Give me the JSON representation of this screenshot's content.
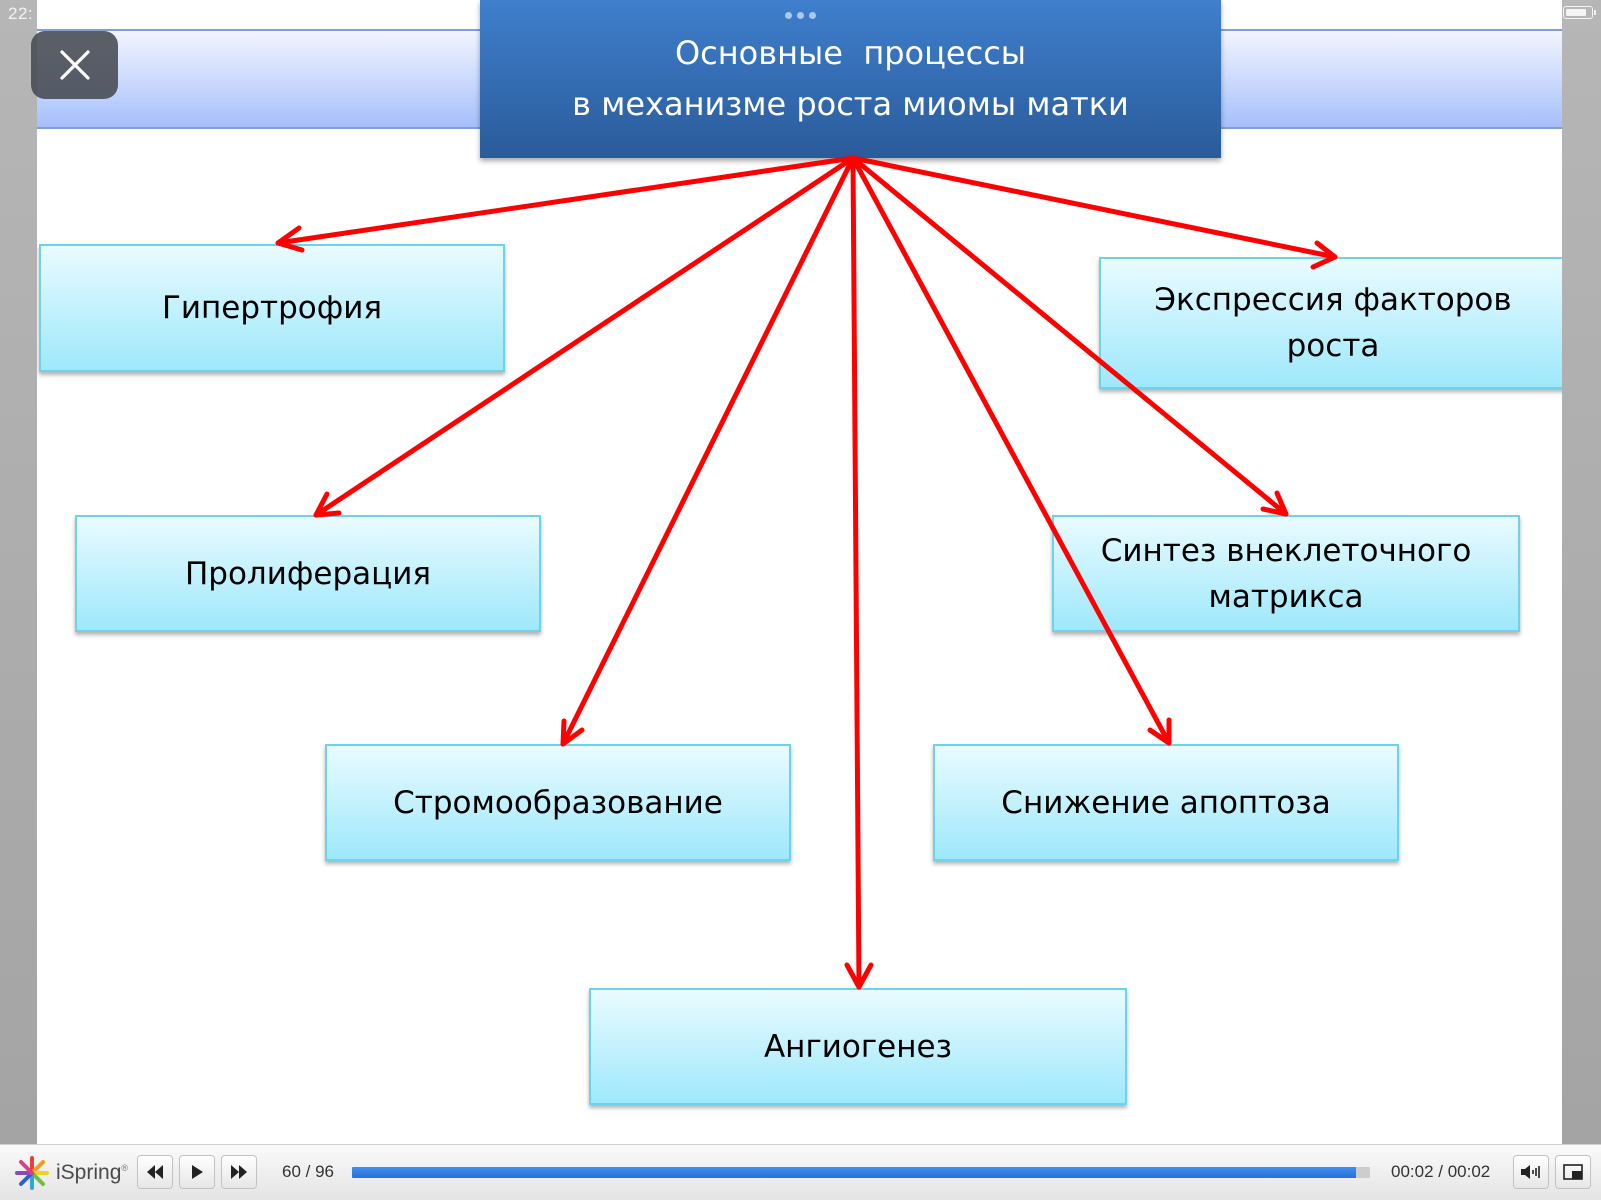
{
  "status_bar": {
    "time": "22:"
  },
  "slide": {
    "title": "Основные  процессы\nв механизме роста миомы матки",
    "processes": {
      "hypertrophy": "Гипертрофия",
      "proliferation": "Пролиферация",
      "stroma_formation": "Стромообразование",
      "angiogenesis": "Ангиогенез",
      "growth_factors": "Экспрессия факторов\nроста",
      "matrix_synthesis": "Синтез внеклеточного\nматрикса",
      "apoptosis_reduction": "Снижение апоптоза"
    },
    "colors": {
      "arrow": "#ff0000",
      "title_fill": "#3670b8",
      "box_fill": "#c6f2fd",
      "band_fill": "#c9d8fd"
    }
  },
  "overlay": {
    "close_icon": "close-icon"
  },
  "player": {
    "logo_text": "iSpring",
    "logo_mark": "®",
    "slide_counter": "60 / 96",
    "progress_percent": 98.6,
    "time": "00:02 / 00:02",
    "icons": {
      "prev": "rewind-icon",
      "play": "play-icon",
      "next": "fast-forward-icon",
      "volume": "volume-icon",
      "fullscreen": "fullscreen-icon"
    }
  }
}
